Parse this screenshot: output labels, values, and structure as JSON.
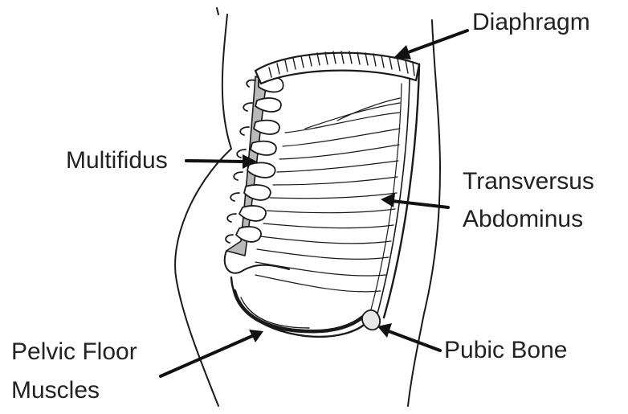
{
  "labels": {
    "diaphragm": "Diaphragm",
    "multifidus": "Multifidus",
    "transversus_line1": "Transversus",
    "transversus_line2": "Abdominus",
    "pelvic_line1": "Pelvic Floor",
    "pelvic_line2": "Muscles",
    "pubic_bone": "Pubic Bone"
  },
  "colors": {
    "line": "#1a1a1a",
    "spine_shade": "#b9b9b9",
    "text": "#222222",
    "background": "#ffffff"
  }
}
